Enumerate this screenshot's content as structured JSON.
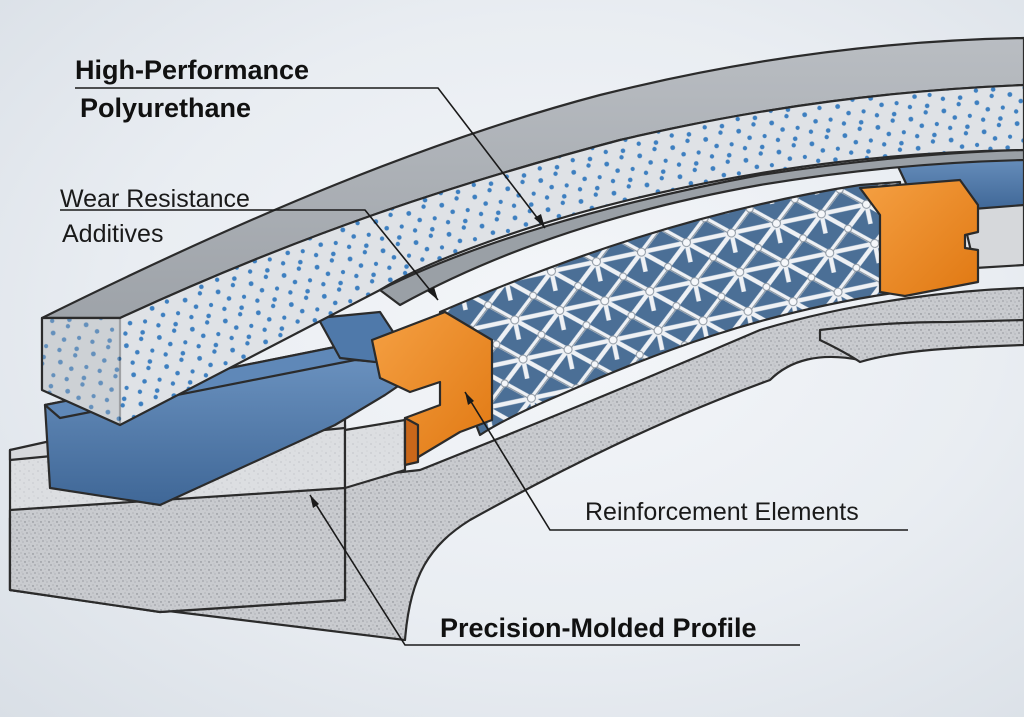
{
  "labels": {
    "polyurethane_line1": "High-Performance",
    "polyurethane_line2": "Polyurethane",
    "additives_line1": "Wear Resistance",
    "additives_line2": "Additives",
    "reinforcement": "Reinforcement Elements",
    "profile": "Precision-Molded Profile"
  },
  "colors": {
    "polyurethane_layer": "#d3d7dc",
    "additive_dots": "#3d7fc0",
    "blue_insert": "#4f79aa",
    "orange_connector": "#ef8a23",
    "mesh_background": "#4b6f96",
    "mesh_struts": "#e8ecf1",
    "base_profile": "#c5c8cc"
  }
}
